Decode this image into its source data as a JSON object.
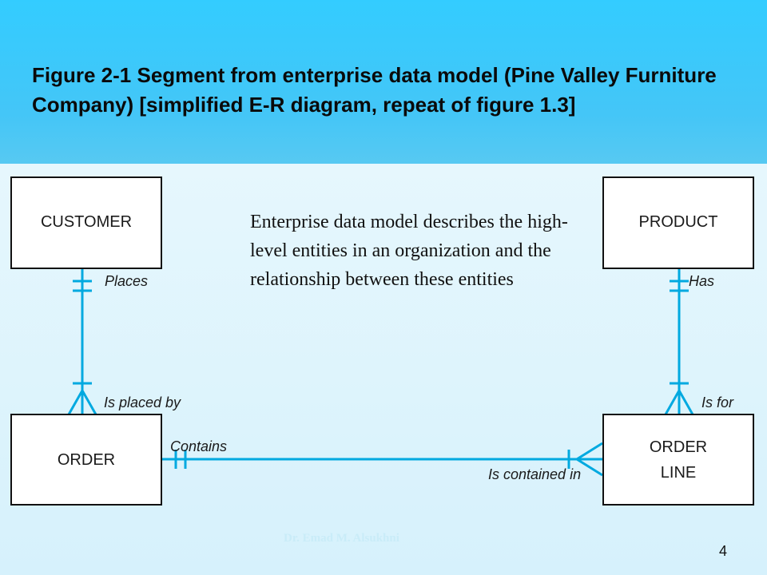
{
  "slide": {
    "title": "Figure 2-1 Segment from enterprise data model (Pine Valley Furniture Company) [simplified E-R diagram, repeat of figure 1.3]",
    "description": "Enterprise data model describes the high-level entities in an organization and the relationship between these entities",
    "author": "Dr. Emad M. Alsukhni",
    "page_number": "4"
  },
  "diagram": {
    "entities": {
      "customer": "CUSTOMER",
      "product": "PRODUCT",
      "order": "ORDER",
      "order_line_1": "ORDER",
      "order_line_2": "LINE"
    },
    "relationships": {
      "places": "Places",
      "is_placed_by": "Is placed by",
      "has": "Has",
      "is_for": "Is for",
      "contains": "Contains",
      "is_contained_in": "Is contained in"
    },
    "line_color": "#00a9e0"
  }
}
